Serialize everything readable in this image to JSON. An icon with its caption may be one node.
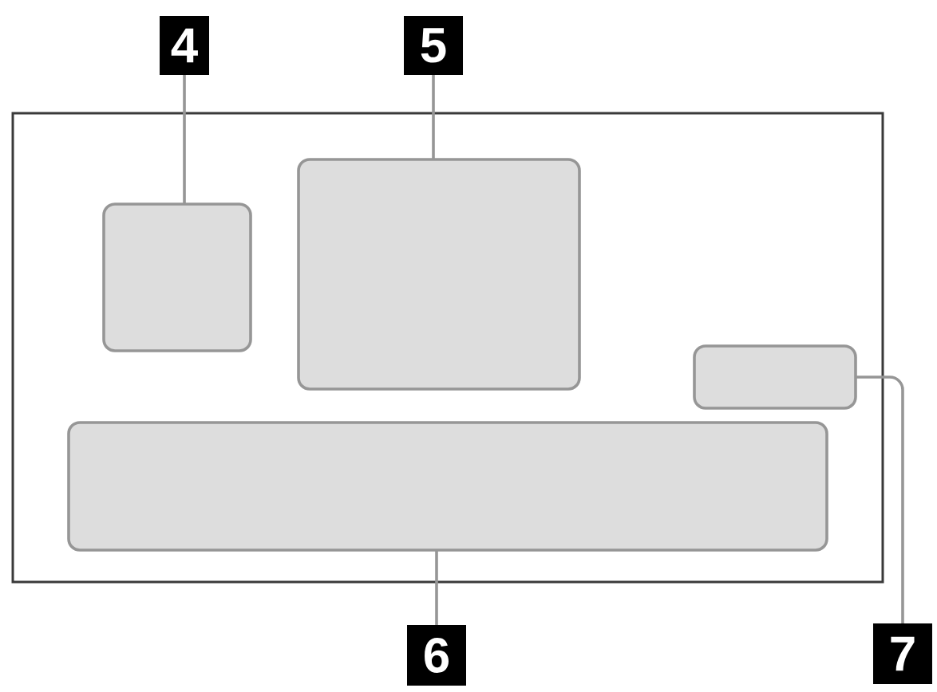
{
  "diagram": {
    "nodes": [
      {
        "text": [
          "4"
        ]
      },
      {
        "text": [
          "5"
        ]
      },
      {
        "text": [],
        "shape": "box"
      },
      {
        "text": [],
        "shape": "box",
        "in": 2
      },
      {
        "text": [],
        "shape": "box",
        "in": 2
      },
      {
        "text": [],
        "shape": "box",
        "in": 2
      },
      {
        "text": [],
        "shape": "box",
        "in": 2
      },
      {
        "text": [
          "6"
        ]
      },
      {
        "text": [
          "7"
        ]
      }
    ],
    "edges": [
      {
        "from": 0,
        "to": 3,
        "arrow": "none"
      },
      {
        "from": 1,
        "to": 4,
        "arrow": "none"
      },
      {
        "from": 7,
        "to": 6,
        "arrow": "none"
      },
      {
        "from": 8,
        "to": 5,
        "arrow": "none"
      }
    ]
  }
}
